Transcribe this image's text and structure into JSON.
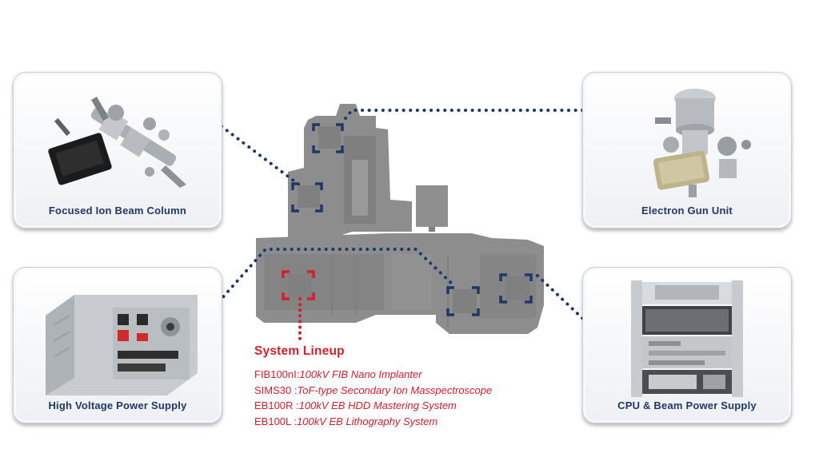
{
  "components": {
    "fib_column": {
      "label": "Focused Ion Beam Column"
    },
    "electron_gun": {
      "label": "Electron Gun Unit"
    },
    "hv_supply": {
      "label": "High Voltage Power Supply"
    },
    "cpu_supply": {
      "label": "CPU & Beam Power Supply"
    }
  },
  "lineup": {
    "title": "System Lineup",
    "items": [
      {
        "code": "FIB100nI",
        "sep": ":",
        "desc": "100kV FIB Nano Implanter"
      },
      {
        "code": "SIMS30",
        "sep": " :",
        "desc": "ToF-type Secondary Ion Masspectroscope"
      },
      {
        "code": "EB100R",
        "sep": " :",
        "desc": "100kV EB HDD Mastering System"
      },
      {
        "code": "EB100L",
        "sep": " :",
        "desc": "100kV EB Lithography System"
      }
    ]
  },
  "colors": {
    "navy": "#1f3868",
    "red": "#d3202c",
    "machine_gray": "#8d8d8d",
    "card_border": "#c9ced6"
  }
}
